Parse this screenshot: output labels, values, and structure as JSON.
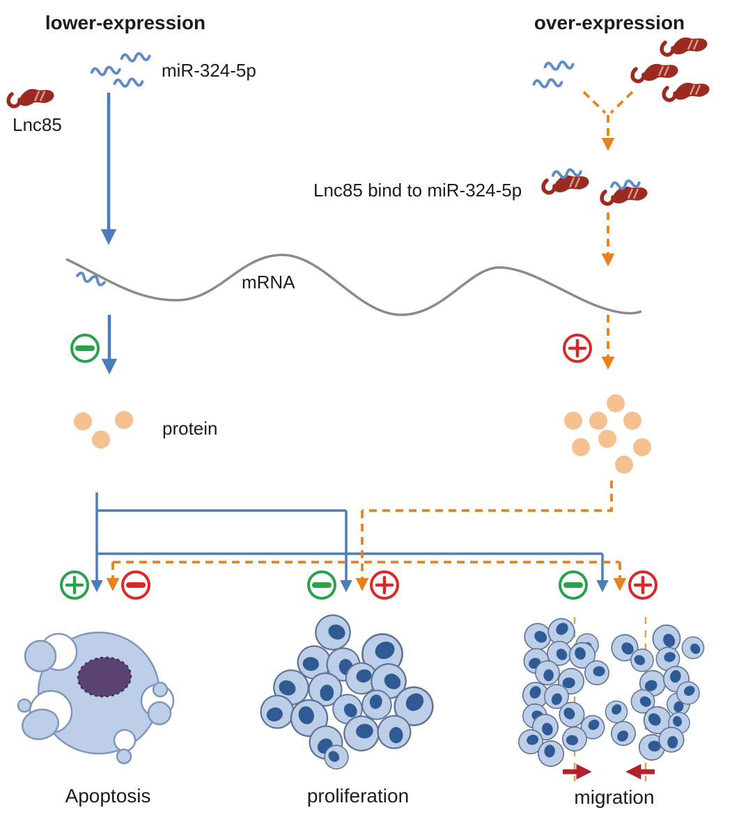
{
  "titles": {
    "lower": "lower-expression",
    "over": "over-expression"
  },
  "labels": {
    "lnc85": "Lnc85",
    "mir324": "miR-324-5p",
    "bind": "Lnc85 bind to miR-324-5p",
    "mrna": "mRNA",
    "protein": "protein"
  },
  "outcomes": [
    {
      "label": "Apoptosis",
      "lower_expression_sign": "plus",
      "over_expression_sign": "minus"
    },
    {
      "label": "proliferation",
      "lower_expression_sign": "minus",
      "over_expression_sign": "plus"
    },
    {
      "label": "migration",
      "lower_expression_sign": "minus",
      "over_expression_sign": "plus"
    }
  ],
  "icons": {
    "lnc85_ribbon": "dark-red RNA ribbon",
    "mir_squiggle": "blue wavy microRNA strand",
    "bound_complex": "Lnc85 ribbon bound to blue miR strand",
    "green_plus": "promote under lower-expression",
    "green_minus": "inhibit under lower-expression",
    "red_plus": "promote under over-expression",
    "red_minus": "inhibit under over-expression",
    "migration_arrows": "dark-red converging arrows at wound edge"
  },
  "colors": {
    "pathway_blue": "#4a7cbe",
    "pathway_orange": "#e8821e",
    "sign_green": "#2aa24c",
    "sign_red": "#da2727",
    "ribbon_dark_red": "#9b2b20",
    "migration_arrow_red": "#b1222b",
    "protein_orange": "#f6c191",
    "mrna_gray": "#8a8a8a",
    "cell_fill": "#bccee8",
    "cell_border": "#5f7394",
    "nucleus_blue": "#2f5a94",
    "apoptosis_nucleus_purple": "#5a4372",
    "text": "#1c1c1c"
  }
}
